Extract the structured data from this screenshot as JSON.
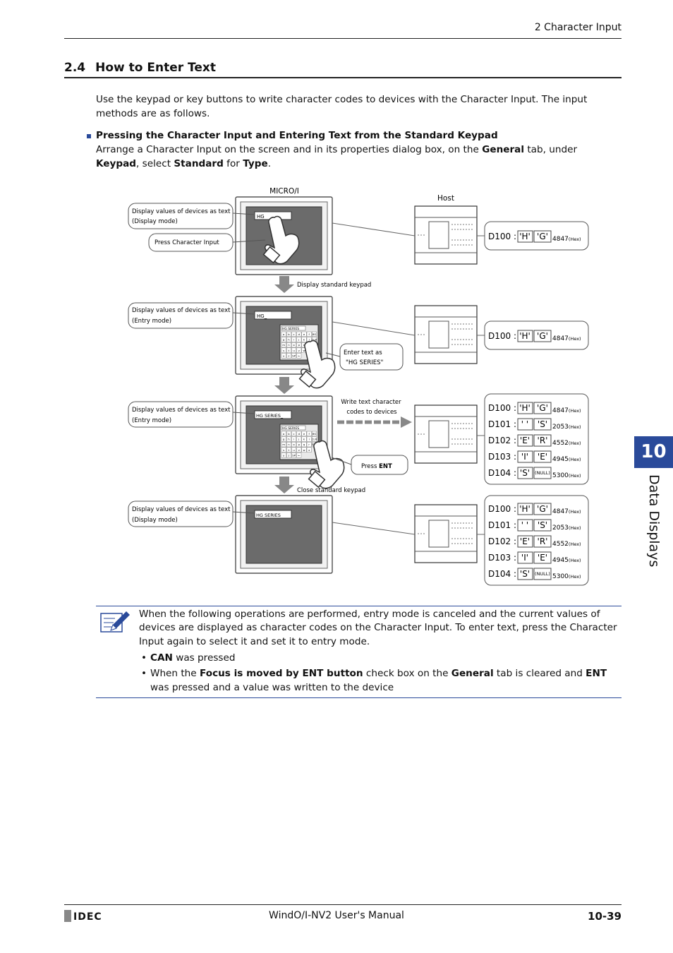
{
  "header": {
    "chapter_title": "2 Character Input"
  },
  "section": {
    "number": "2.4",
    "title": "How to Enter Text"
  },
  "intro": "Use the keypad or key buttons to write character codes to devices with the Character Input. The input methods are as follows.",
  "method": {
    "title": "Pressing the Character Input and Entering Text from the Standard Keypad",
    "body_parts": [
      "Arrange a Character Input on the screen and in its properties dialog box, on the ",
      "General",
      " tab, under ",
      "Keypad",
      ", select ",
      "Standard",
      " for ",
      "Type",
      "."
    ]
  },
  "diagram": {
    "label_micro": "MICRO/I",
    "label_host": "Host",
    "callouts": [
      {
        "line1": "Display values of devices as text",
        "line2": "(Display mode)"
      },
      {
        "line1": "Display values of devices as text",
        "line2": "(Entry mode)"
      },
      {
        "line1": "Display values of devices as text",
        "line2": "(Entry mode)"
      },
      {
        "line1": "Display values of devices as text",
        "line2": "(Display mode)"
      }
    ],
    "press_ci": "Press Character Input",
    "enter_text_1": "Enter text as",
    "enter_text_2": "\"HG SERIES\"",
    "press_prefix": "Press ",
    "press_key": "ENT",
    "step1": "Display standard keypad",
    "step3": "Close standard keypad",
    "write_1": "Write text character",
    "write_2": "codes to devices",
    "screen_texts": [
      "HG",
      "HG_",
      "HG SERIES_",
      "HG SERIES"
    ],
    "keypad_title_1": "HG SERIES",
    "keypad_title_2": "HG SERIES",
    "keys": [
      "a",
      "b",
      "c",
      "d",
      "e",
      "f",
      "g",
      "h",
      "i",
      "j",
      "k",
      "l",
      "m",
      "n",
      "o",
      "p",
      "q",
      "r",
      "s",
      "t",
      "u",
      "v",
      "w",
      "x",
      "y",
      "z",
      "SP",
      "←",
      "BS",
      "CLR",
      "ENT"
    ],
    "hex_unit": "(Hex)",
    "null_label": "(NULL)",
    "devices_single": [
      {
        "dev": "D100 :",
        "c1": "'H'",
        "c2": "'G'",
        "val": "4847"
      }
    ],
    "devices_full": [
      {
        "dev": "D100 :",
        "c1": "'H'",
        "c2": "'G'",
        "val": "4847"
      },
      {
        "dev": "D101 :",
        "c1": "'  '",
        "c2": "'S'",
        "val": "2053"
      },
      {
        "dev": "D102 :",
        "c1": "'E'",
        "c2": "'R'",
        "val": "4552"
      },
      {
        "dev": "D103 :",
        "c1": "'I'",
        "c2": "'E'",
        "val": "4945"
      },
      {
        "dev": "D104 :",
        "c1": "'S'",
        "c2": "",
        "val": "5300"
      }
    ]
  },
  "note": {
    "text": "When the following operations are performed, entry mode is canceled and the current values of devices are displayed as character codes on the Character Input. To enter text, press the Character Input again to select it and set it to entry mode.",
    "item1_bold": "CAN",
    "item1_rest": " was pressed",
    "item2_parts": [
      "When the ",
      "Focus is moved by ENT button",
      " check box on the ",
      "General",
      " tab is cleared and ",
      "ENT",
      " was pressed and a value was written to the device"
    ]
  },
  "side": {
    "chapter_number": "10",
    "chapter_name": "Data Displays"
  },
  "footer": {
    "logo": "IDEC",
    "manual": "WindO/I-NV2 User's Manual",
    "page": "10-39"
  },
  "colors": {
    "accent": "#2a4a9a"
  }
}
